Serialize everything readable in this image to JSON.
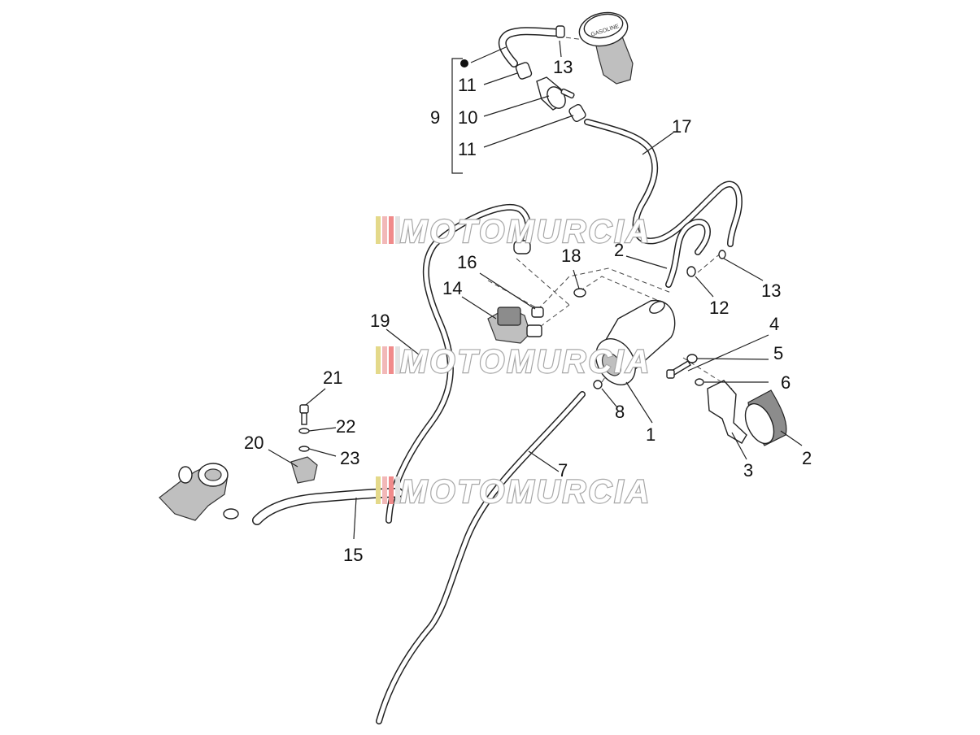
{
  "watermark": {
    "text": "MOTOMURCIA",
    "stripe_colors": [
      "#e4d98a",
      "#f2b8b8",
      "#f08a8a",
      "#e2e2e2",
      "#cfcfcf"
    ]
  },
  "cap_text": "GASOLINE",
  "callouts": {
    "c1": "1",
    "c2a": "2",
    "c2b": "2",
    "c3": "3",
    "c4": "4",
    "c5": "5",
    "c6": "6",
    "c7": "7",
    "c8": "8",
    "c9": "9",
    "c10": "10",
    "c11a": "11",
    "c11b": "11",
    "c12": "12",
    "c13a": "13",
    "c13b": "13",
    "c14": "14",
    "c15": "15",
    "c16": "16",
    "c17": "17",
    "c18": "18",
    "c19": "19",
    "c20": "20",
    "c21": "21",
    "c22": "22",
    "c23": "23"
  }
}
